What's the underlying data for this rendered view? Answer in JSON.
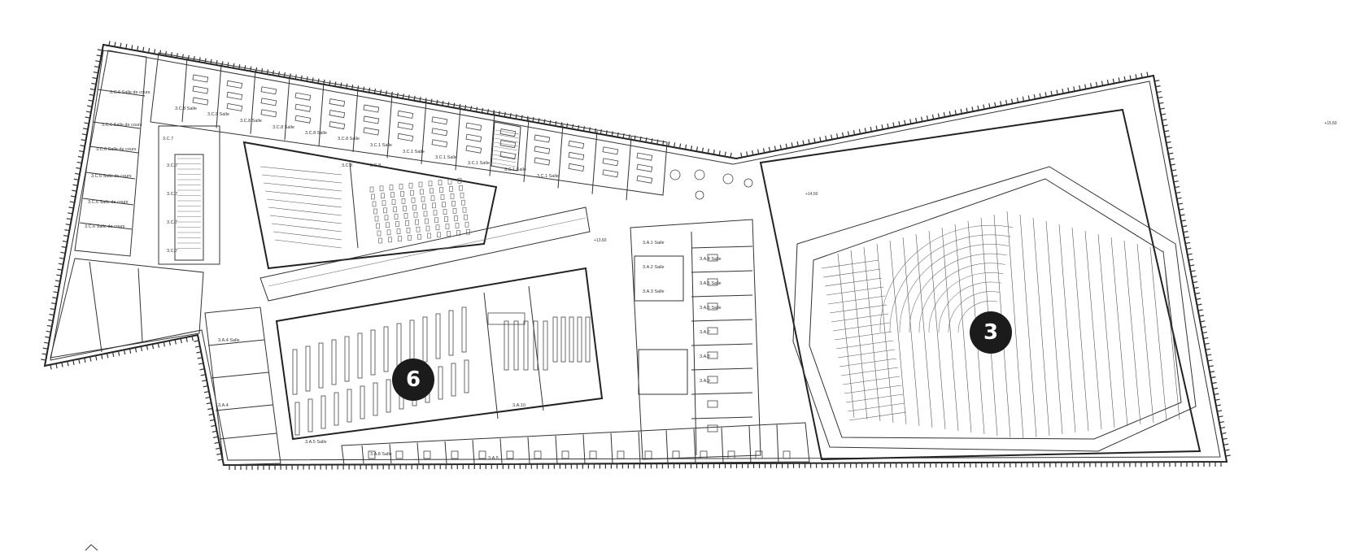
{
  "markers": [
    {
      "id": "marker-3",
      "label": "3"
    },
    {
      "id": "marker-6",
      "label": "6"
    }
  ],
  "levels": [
    "+15,60",
    "+14,50",
    "+13,60"
  ],
  "room_labels": [
    "3.C.6 Salle de cours",
    "3.C.6 Salle de cours",
    "3.C.6 Salle de cours",
    "3.C.6 Salle de cours",
    "3.C.6 Salle de cours",
    "3.C.6 Salle de cours",
    "3.C.8 Salle",
    "3.C.8 Salle",
    "3.C.8 Salle",
    "3.C.8 Salle",
    "3.C.8 Salle",
    "3.C.8 Salle",
    "3.C.1 Salle",
    "3.C.1 Salle",
    "3.C.1 Salle",
    "3.C.1 Salle",
    "3.C.1 Salle",
    "3.C.1 Salle",
    "3.C.7",
    "3.C.7",
    "3.C.7",
    "3.C.7",
    "3.C.7",
    "3.C.8",
    "3.C.8",
    "3.A.1 Salle",
    "3.A.2 Salle",
    "3.A.3 Salle",
    "3.A.4 Salle",
    "3.A.5 Salle",
    "3.A.6 Salle",
    "3.A.7",
    "3.A.8",
    "3.A.9",
    "3.A.10",
    "3.A.5 Salle",
    "3.A.5",
    "3.A.8 Salle",
    "3.A.4 Salle",
    "3.A.4"
  ]
}
